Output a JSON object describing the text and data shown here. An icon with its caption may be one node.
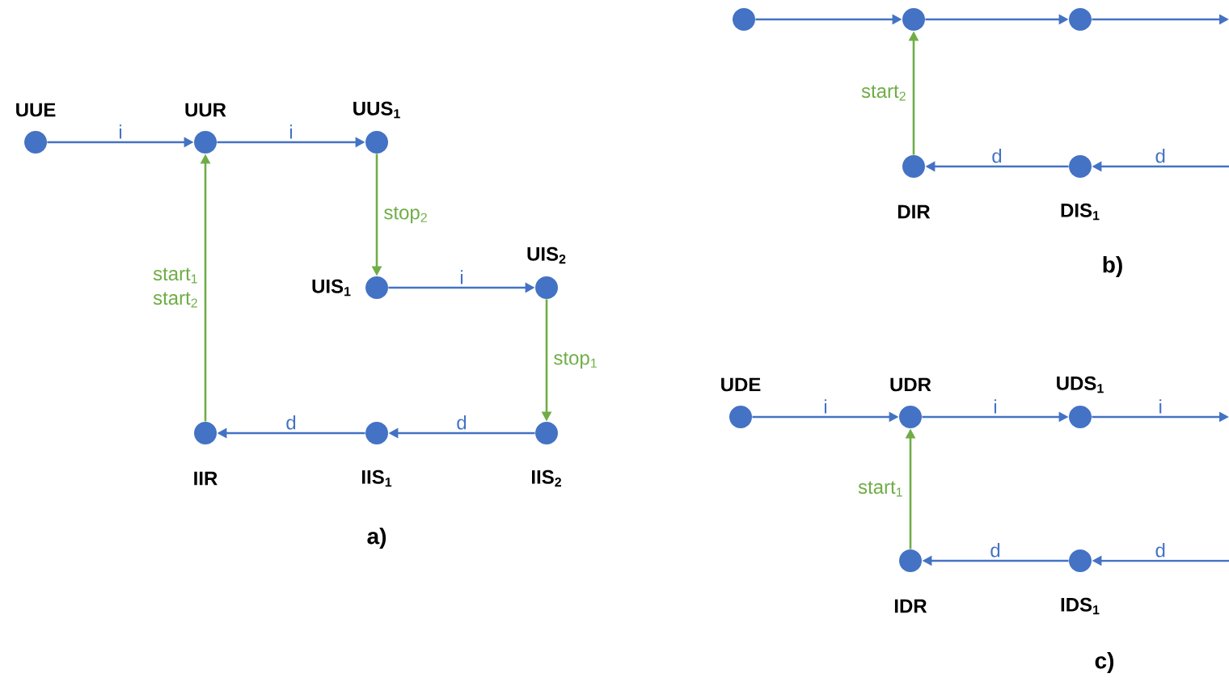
{
  "diagram": {
    "nodes": [
      {
        "text": [
          "UUE"
        ]
      },
      {
        "text": [
          "UUR"
        ]
      },
      {
        "text": [
          "UUS$_{1}$"
        ]
      },
      {
        "text": [
          "UIS$_{1}$"
        ]
      },
      {
        "text": [
          "UIS$_{2}$"
        ]
      },
      {
        "text": [
          "IIS$_{2}$"
        ]
      },
      {
        "text": [
          "IIS$_{1}$"
        ]
      },
      {
        "text": [
          "IIR"
        ]
      },
      {
        "text": [],
        "shape": "circle"
      },
      {
        "text": [],
        "shape": "circle"
      },
      {
        "text": [],
        "shape": "circle"
      },
      {
        "text": [
          "DIR"
        ]
      },
      {
        "text": [
          "DIS$_{1}$"
        ]
      },
      {
        "text": [
          "UDE"
        ]
      },
      {
        "text": [
          "UDR"
        ]
      },
      {
        "text": [
          "UDS$_{1}$"
        ]
      },
      {
        "text": [
          "IDR"
        ]
      },
      {
        "text": [
          "IDS$_{1}$"
        ]
      }
    ],
    "edges": [
      {
        "from": 0,
        "to": 1,
        "arrow": "to",
        "label": "i"
      },
      {
        "from": 1,
        "to": 2,
        "arrow": "to",
        "label": "i"
      },
      {
        "from": 2,
        "to": 3,
        "arrow": "to",
        "label": "stop$_{2}$",
        "color": "#70ad47"
      },
      {
        "from": 3,
        "to": 4,
        "arrow": "to",
        "label": "i"
      },
      {
        "from": 4,
        "to": 5,
        "arrow": "to",
        "label": "stop$_{1}$",
        "color": "#70ad47"
      },
      {
        "from": 5,
        "to": 6,
        "arrow": "to",
        "label": "d"
      },
      {
        "from": 6,
        "to": 7,
        "arrow": "to",
        "label": "d"
      },
      {
        "from": 7,
        "to": 1,
        "arrow": "to",
        "label": "start$_{1}$ start$_{2}$",
        "color": "#70ad47"
      },
      {
        "from": 8,
        "to": 9,
        "arrow": "to"
      },
      {
        "from": 9,
        "to": 10,
        "arrow": "to"
      },
      {
        "from": 10,
        "to": null,
        "arrow": "to"
      },
      {
        "from": 11,
        "to": 9,
        "arrow": "to",
        "label": "start$_{2}$",
        "color": "#70ad47"
      },
      {
        "from": null,
        "to": 12,
        "arrow": "to",
        "label": "d"
      },
      {
        "from": 12,
        "to": 11,
        "arrow": "to",
        "label": "d"
      },
      {
        "from": 13,
        "to": 14,
        "arrow": "to",
        "label": "i"
      },
      {
        "from": 14,
        "to": 15,
        "arrow": "to",
        "label": "i"
      },
      {
        "from": 15,
        "to": null,
        "arrow": "to",
        "label": "i"
      },
      {
        "from": 16,
        "to": 14,
        "arrow": "to",
        "label": "start$_{1}$",
        "color": "#70ad47"
      },
      {
        "from": null,
        "to": 17,
        "arrow": "to",
        "label": "d"
      },
      {
        "from": 17,
        "to": 16,
        "arrow": "to",
        "label": "d"
      }
    ],
    "labels": [
      "a)",
      "b)",
      "c)"
    ]
  }
}
